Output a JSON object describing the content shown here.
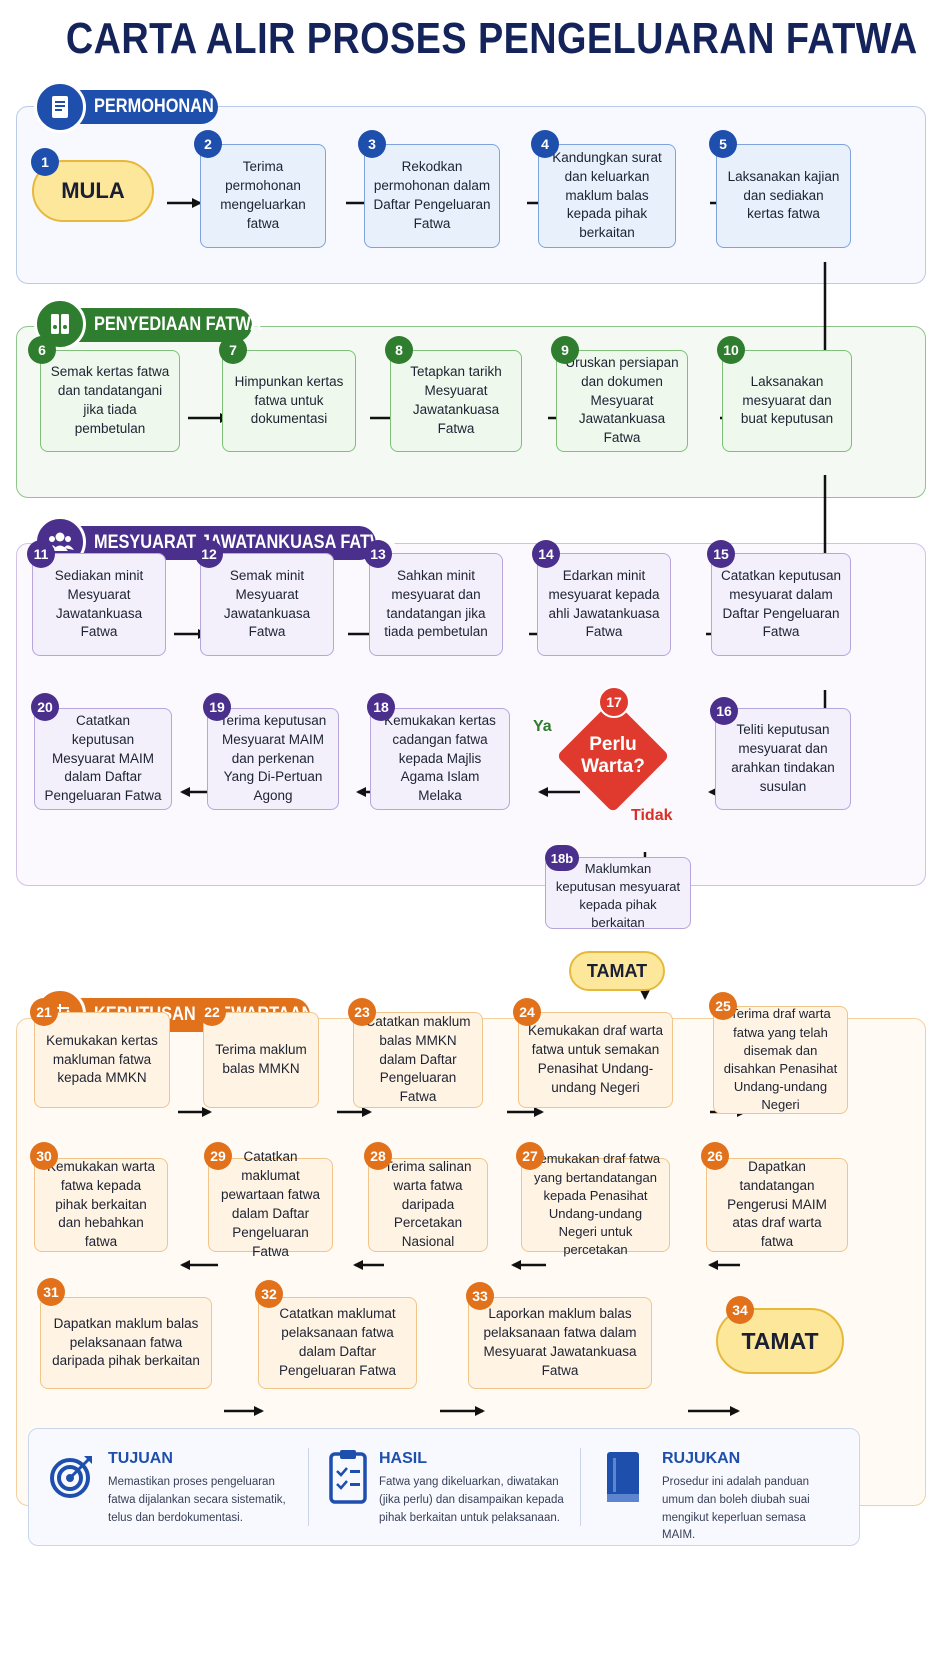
{
  "title": "CARTA ALIR PROSES PENGELUARAN FATWA",
  "colors": {
    "blue": "#1f4fad",
    "green": "#2f7d2e",
    "purple": "#4a2f8c",
    "orange": "#e2711b",
    "decision_red": "#e03a2e",
    "terminal_yellow": "#fde79a",
    "yes_green": "#2f7d2e",
    "no_red": "#d93025"
  },
  "sections": {
    "permohonan": {
      "label": "PERMOHONAN",
      "icon": "document-icon"
    },
    "penyediaan": {
      "label": "PENYEDIAAN FATWA",
      "icon": "binders-icon"
    },
    "mesyuarat": {
      "label": "MESYUARAT JAWATANKUASA FATWA",
      "icon": "people-icon"
    },
    "keputusan": {
      "label": "KEPUTUSAN / PEWARTAAN",
      "icon": "scales-icon"
    }
  },
  "steps": {
    "s1": {
      "num": "1",
      "text": "MULA"
    },
    "s2": {
      "num": "2",
      "text": "Terima permohonan mengeluarkan fatwa"
    },
    "s3": {
      "num": "3",
      "text": "Rekodkan permohonan dalam Daftar Pengeluaran Fatwa"
    },
    "s4": {
      "num": "4",
      "text": "Kandungkan surat dan keluarkan maklum balas kepada pihak berkaitan"
    },
    "s5": {
      "num": "5",
      "text": "Laksanakan kajian dan sediakan kertas fatwa"
    },
    "s6": {
      "num": "6",
      "text": "Semak kertas fatwa dan tandatangani jika tiada pembetulan"
    },
    "s7": {
      "num": "7",
      "text": "Himpunkan kertas fatwa untuk dokumentasi"
    },
    "s8": {
      "num": "8",
      "text": "Tetapkan tarikh Mesyuarat Jawatankuasa Fatwa"
    },
    "s9": {
      "num": "9",
      "text": "Uruskan persiapan dan dokumen Mesyuarat Jawatankuasa Fatwa"
    },
    "s10": {
      "num": "10",
      "text": "Laksanakan mesyuarat dan buat keputusan"
    },
    "s11": {
      "num": "11",
      "text": "Sediakan minit Mesyuarat Jawatankuasa Fatwa"
    },
    "s12": {
      "num": "12",
      "text": "Semak minit Mesyuarat Jawatankuasa Fatwa"
    },
    "s13": {
      "num": "13",
      "text": "Sahkan minit mesyuarat dan tandatangan jika tiada pembetulan"
    },
    "s14": {
      "num": "14",
      "text": "Edarkan minit mesyuarat kepada ahli Jawatankuasa Fatwa"
    },
    "s15": {
      "num": "15",
      "text": "Catatkan keputusan mesyuarat dalam Daftar Pengeluaran Fatwa"
    },
    "s16": {
      "num": "16",
      "text": "Teliti keputusan mesyuarat dan arahkan tindakan susulan"
    },
    "s17": {
      "num": "17",
      "text_line1": "Perlu",
      "text_line2": "Warta?"
    },
    "s18": {
      "num": "18",
      "text": "Kemukakan kertas cadangan fatwa kepada Majlis Agama Islam Melaka"
    },
    "s19": {
      "num": "19",
      "text": "Terima keputusan Mesyuarat MAIM dan perkenan Yang Di-Pertuan Agong"
    },
    "s20": {
      "num": "20",
      "text": "Catatkan keputusan Mesyuarat MAIM dalam Daftar Pengeluaran Fatwa"
    },
    "s18b": {
      "num": "18b",
      "text": "Maklumkan keputusan mesyuarat kepada pihak berkaitan"
    },
    "tamat_mid": {
      "text": "TAMAT"
    },
    "s21": {
      "num": "21",
      "text": "Kemukakan kertas makluman fatwa kepada MMKN"
    },
    "s22": {
      "num": "22",
      "text": "Terima maklum balas MMKN"
    },
    "s23": {
      "num": "23",
      "text": "Catatkan maklum balas MMKN dalam Daftar Pengeluaran Fatwa"
    },
    "s24": {
      "num": "24",
      "text": "Kemukakan draf warta fatwa untuk semakan Penasihat Undang-undang Negeri"
    },
    "s25": {
      "num": "25",
      "text": "Terima draf warta fatwa yang telah disemak dan disahkan Penasihat Undang-undang Negeri"
    },
    "s26": {
      "num": "26",
      "text": "Dapatkan tandatangan Pengerusi MAIM atas draf warta fatwa"
    },
    "s27": {
      "num": "27",
      "text": "Kemukakan draf fatwa yang bertandatangan kepada Penasihat Undang-undang Negeri untuk percetakan"
    },
    "s28": {
      "num": "28",
      "text": "Terima salinan warta fatwa daripada Percetakan Nasional"
    },
    "s29": {
      "num": "29",
      "text": "Catatkan maklumat pewartaan fatwa dalam Daftar Pengeluaran Fatwa"
    },
    "s30": {
      "num": "30",
      "text": "Kemukakan warta fatwa kepada pihak berkaitan dan hebahkan fatwa"
    },
    "s31": {
      "num": "31",
      "text": "Dapatkan maklum balas pelaksanaan fatwa daripada pihak berkaitan"
    },
    "s32": {
      "num": "32",
      "text": "Catatkan maklumat pelaksanaan fatwa dalam Daftar Pengeluaran Fatwa"
    },
    "s33": {
      "num": "33",
      "text": "Laporkan maklum balas pelaksanaan fatwa dalam Mesyuarat Jawatankuasa Fatwa"
    },
    "s34": {
      "num": "34",
      "text": "TAMAT"
    }
  },
  "branch_labels": {
    "yes": "Ya",
    "no": "Tidak"
  },
  "info": {
    "tujuan": {
      "title": "TUJUAN",
      "icon": "target-icon",
      "text": "Memastikan proses pengeluaran fatwa dijalankan secara sistematik, telus dan berdokumentasi."
    },
    "hasil": {
      "title": "HASIL",
      "icon": "clipboard-checklist-icon",
      "text": "Fatwa yang dikeluarkan, diwatakan (jika perlu) dan disampaikan kepada pihak berkaitan untuk pelaksanaan."
    },
    "rujukan": {
      "title": "RUJUKAN",
      "icon": "book-icon",
      "text": "Prosedur ini adalah panduan umum dan boleh diubah suai mengikut keperluan semasa MAIM."
    }
  }
}
